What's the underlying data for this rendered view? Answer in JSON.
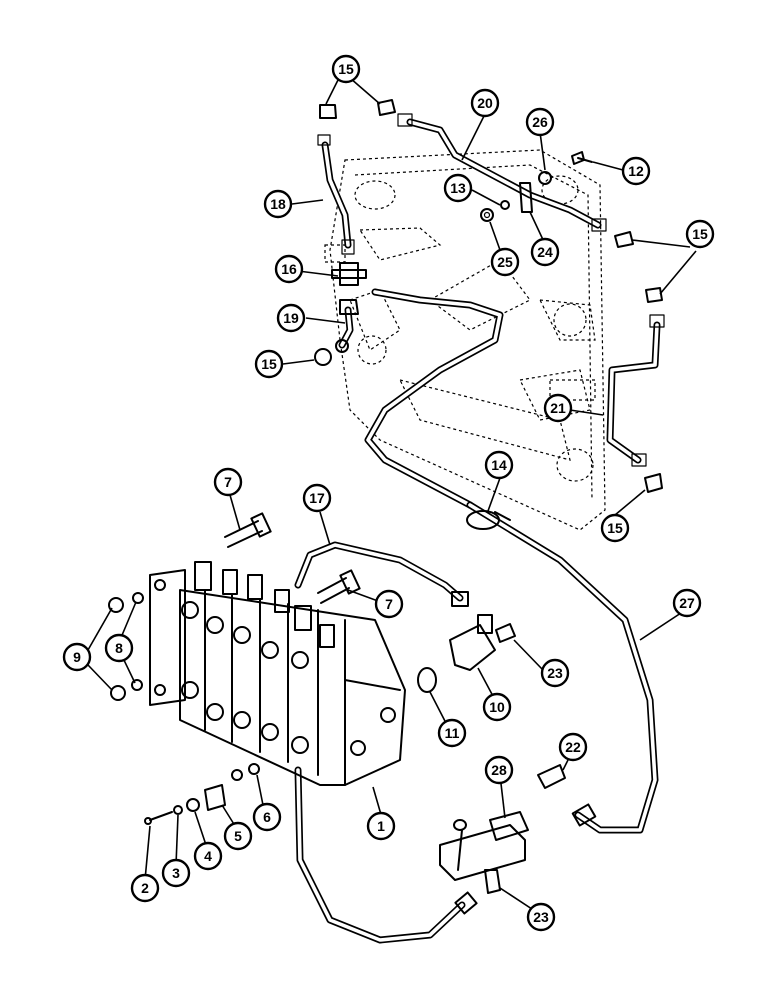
{
  "diagram": {
    "callouts": [
      {
        "id": "c1",
        "label": "1"
      },
      {
        "id": "c2",
        "label": "2"
      },
      {
        "id": "c3",
        "label": "3"
      },
      {
        "id": "c4",
        "label": "4"
      },
      {
        "id": "c5",
        "label": "5"
      },
      {
        "id": "c6",
        "label": "6"
      },
      {
        "id": "c7a",
        "label": "7"
      },
      {
        "id": "c7b",
        "label": "7"
      },
      {
        "id": "c8",
        "label": "8"
      },
      {
        "id": "c9",
        "label": "9"
      },
      {
        "id": "c10",
        "label": "10"
      },
      {
        "id": "c11",
        "label": "11"
      },
      {
        "id": "c12",
        "label": "12"
      },
      {
        "id": "c13",
        "label": "13"
      },
      {
        "id": "c14",
        "label": "14"
      },
      {
        "id": "c15a",
        "label": "15"
      },
      {
        "id": "c15b",
        "label": "15"
      },
      {
        "id": "c15c",
        "label": "15"
      },
      {
        "id": "c15d",
        "label": "15"
      },
      {
        "id": "c16",
        "label": "16"
      },
      {
        "id": "c17",
        "label": "17"
      },
      {
        "id": "c18",
        "label": "18"
      },
      {
        "id": "c19",
        "label": "19"
      },
      {
        "id": "c20",
        "label": "20"
      },
      {
        "id": "c21",
        "label": "21"
      },
      {
        "id": "c22",
        "label": "22"
      },
      {
        "id": "c23a",
        "label": "23"
      },
      {
        "id": "c23b",
        "label": "23"
      },
      {
        "id": "c24",
        "label": "24"
      },
      {
        "id": "c25",
        "label": "25"
      },
      {
        "id": "c26",
        "label": "26"
      },
      {
        "id": "c27",
        "label": "27"
      },
      {
        "id": "c28",
        "label": "28"
      }
    ]
  }
}
